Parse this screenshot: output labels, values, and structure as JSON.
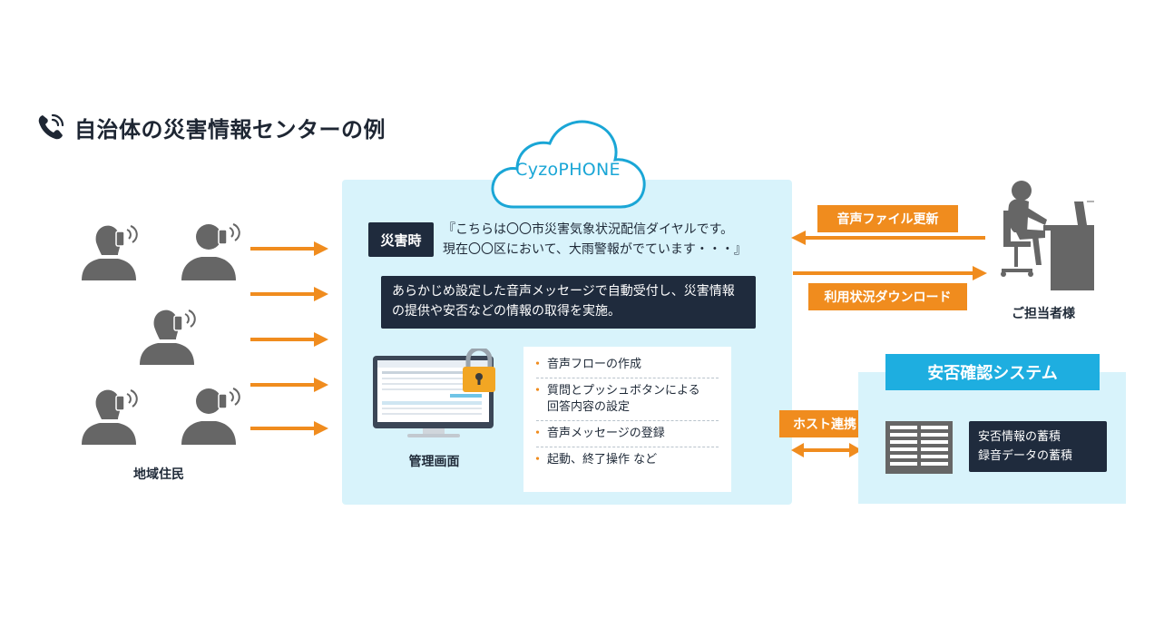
{
  "title": "自治体の災害情報センターの例",
  "cloud_label": "CyzoPHONE",
  "disaster": {
    "badge": "災害時",
    "message_line1": "『こちらは〇〇市災害気象状況配信ダイヤルです。",
    "message_line2": "現在〇〇区において、大雨警報がでています・・・』"
  },
  "auto_message": {
    "line1": "あらかじめ設定した音声メッセージで自動受付し、災害情報",
    "line2": "の提供や安否などの情報の取得を実施。"
  },
  "management_label": "管理画面",
  "features": [
    {
      "line1": "音声フローの作成",
      "line2": ""
    },
    {
      "line1": "質問とプッシュボタンによる",
      "line2": "回答内容の設定"
    },
    {
      "line1": "音声メッセージの登録",
      "line2": ""
    },
    {
      "line1": "起動、終了操作 など",
      "line2": ""
    }
  ],
  "residents_label": "地域住民",
  "staff_label": "ご担当者様",
  "tags": {
    "audio_update": "音声ファイル更新",
    "usage_download": "利用状況ダウンロード",
    "host_link": "ホスト連携"
  },
  "safety": {
    "title": "安否確認システム",
    "line1": "安否情報の蓄積",
    "line2": "録音データの蓄積"
  },
  "colors": {
    "orange": "#f08c1e",
    "navy": "#1f2b3d",
    "light_blue": "#d8f3fb",
    "cyan": "#1eaee0",
    "gray": "#666666"
  }
}
